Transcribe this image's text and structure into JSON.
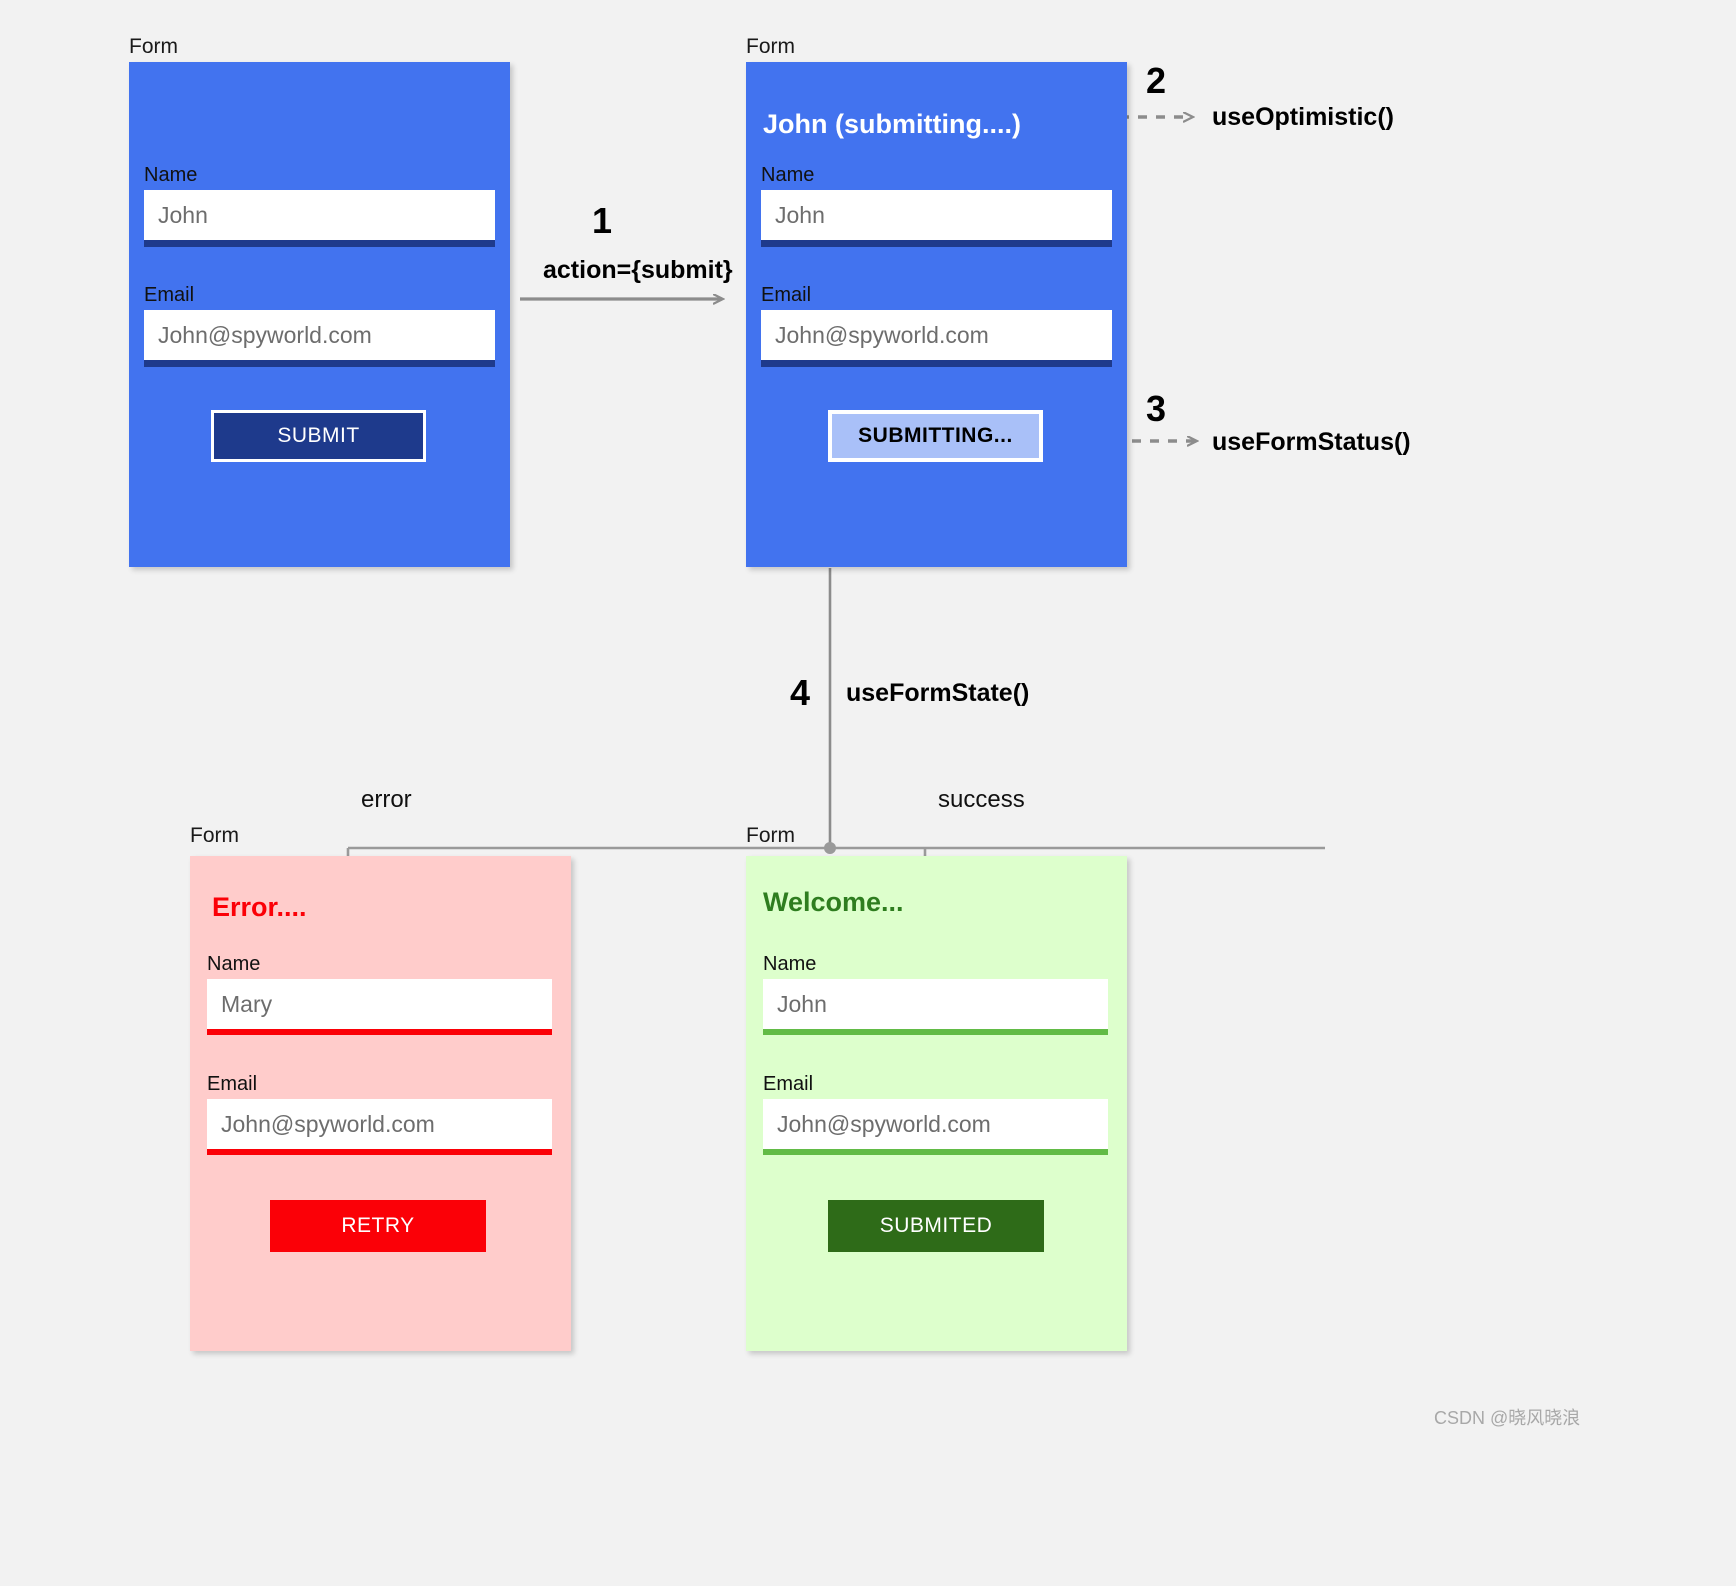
{
  "colors": {
    "background": "#f2f2f2",
    "card_blue": "#4273ef",
    "card_pink": "#ffcccb",
    "card_green": "#ddffcc",
    "navy": "#1e3a8c",
    "error_red": "#fb0007",
    "success_green": "#2e6b18",
    "underline_green": "#62bb46",
    "arrow_gray": "#8c8c8c"
  },
  "cards": {
    "initial": {
      "caption": "Form",
      "title": "",
      "fields": [
        {
          "label": "Name",
          "value": "John"
        },
        {
          "label": "Email",
          "value": "John@spyworld.com"
        }
      ],
      "button": "SUBMIT"
    },
    "submitting": {
      "caption": "Form",
      "title": "John (submitting....)",
      "fields": [
        {
          "label": "Name",
          "value": "John"
        },
        {
          "label": "Email",
          "value": "John@spyworld.com"
        }
      ],
      "button": "SUBMITTING..."
    },
    "error": {
      "caption": "Form",
      "title": "Error....",
      "fields": [
        {
          "label": "Name",
          "value": "Mary"
        },
        {
          "label": "Email",
          "value": "John@spyworld.com"
        }
      ],
      "button": "RETRY"
    },
    "success": {
      "caption": "Form",
      "title": "Welcome...",
      "fields": [
        {
          "label": "Name",
          "value": "John"
        },
        {
          "label": "Email",
          "value": "John@spyworld.com"
        }
      ],
      "button": "SUBMITED"
    }
  },
  "annotations": {
    "step1_num": "1",
    "step1_label": "action={submit}",
    "step2_num": "2",
    "step2_label": "useOptimistic()",
    "step3_num": "3",
    "step3_label": "useFormStatus()",
    "step4_num": "4",
    "step4_label": "useFormState()",
    "branch_error": "error",
    "branch_success": "success"
  },
  "watermark": "CSDN @晓风晓浪"
}
